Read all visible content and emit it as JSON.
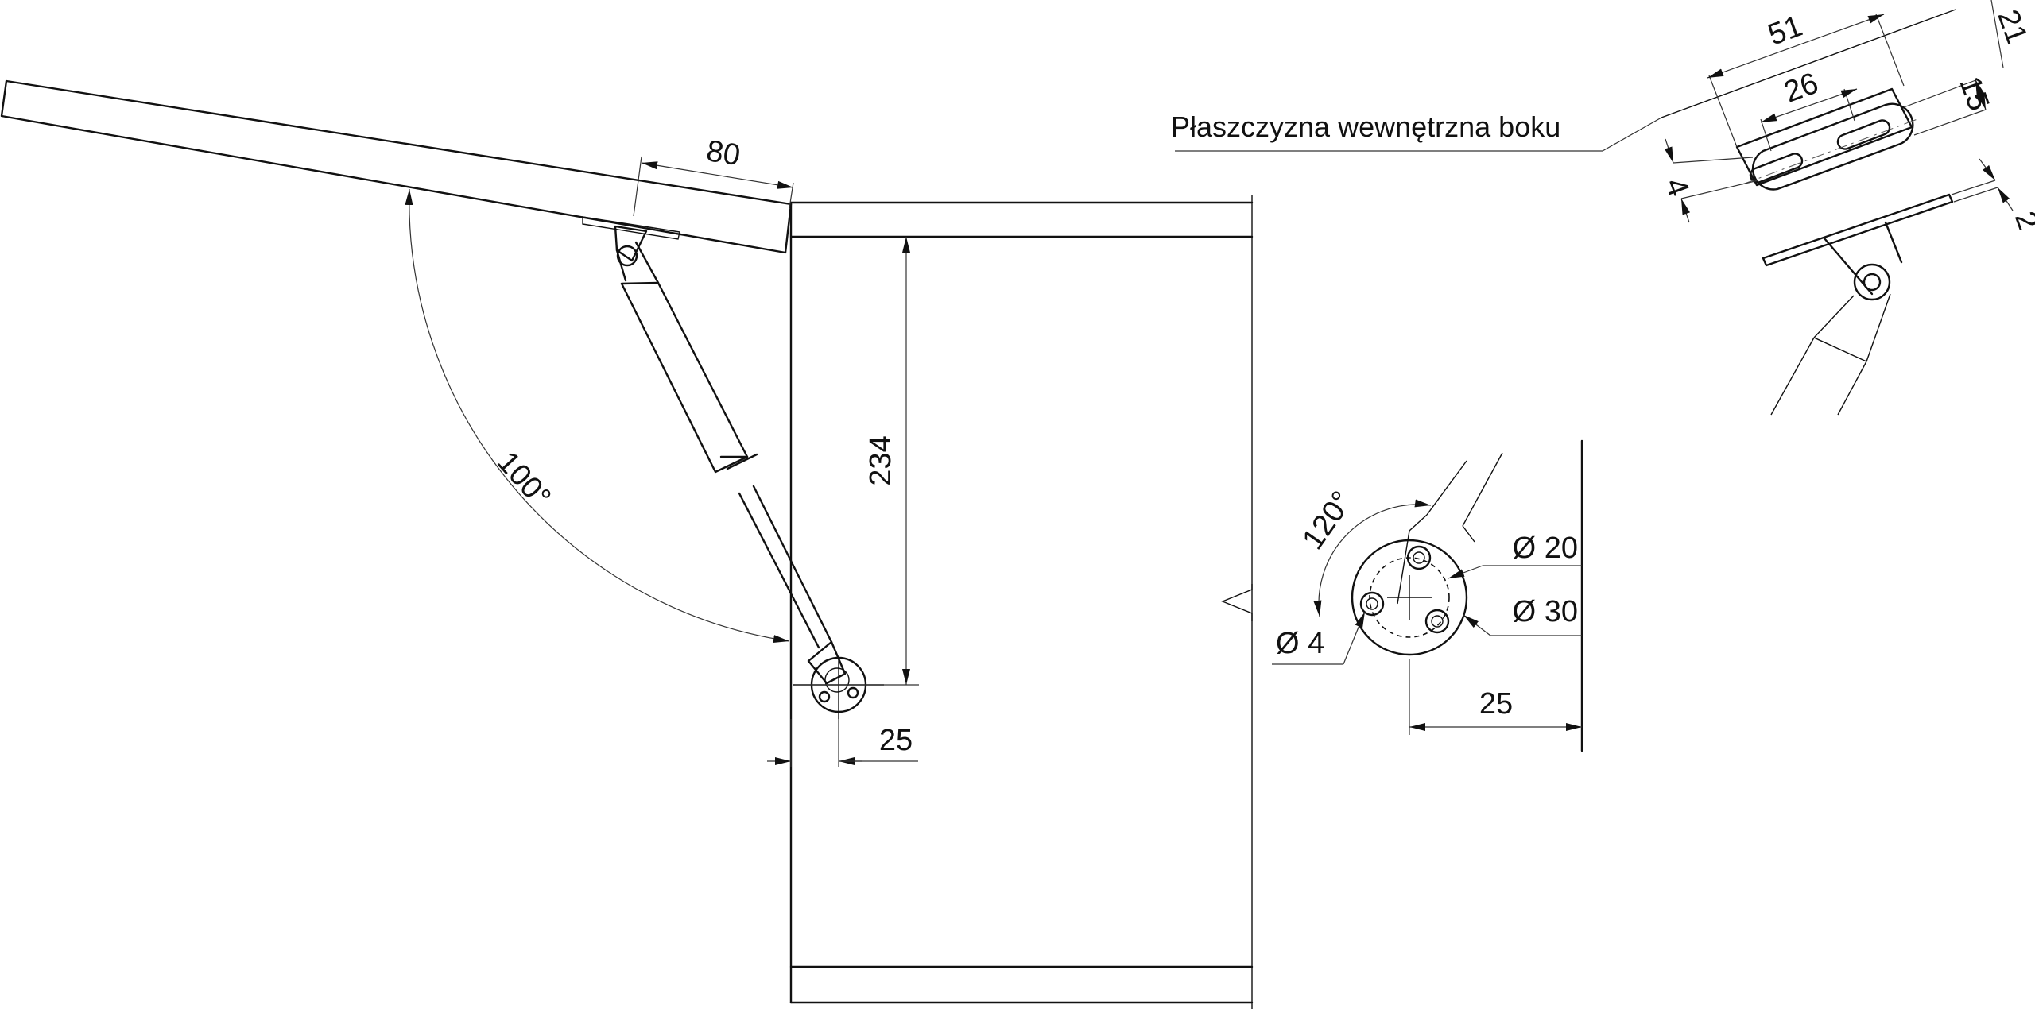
{
  "caption": "Płaszczyzna wewnętrzna boku",
  "dimensions": {
    "flap_offset": "80",
    "cabinet_height": "234",
    "opening_angle": "100°",
    "pivot_offset_main": "25",
    "pivot_offset_detail": "25",
    "mount_angle": "120°",
    "hole_diameter": "Ø 4",
    "pitch_diameter": "Ø 20",
    "base_diameter": "Ø 30",
    "plate_length": "51",
    "slot_spacing": "26",
    "plate_width": "21",
    "plate_inner_width": "15",
    "slot_width": "4",
    "plate_thickness": "2"
  },
  "icons": {
    "arrowhead": "filled-arrow-icon",
    "center_mark": "crosshair-icon",
    "break_line": "zigzag-break-icon"
  },
  "colors": {
    "line": "#111111",
    "background": "#ffffff"
  }
}
